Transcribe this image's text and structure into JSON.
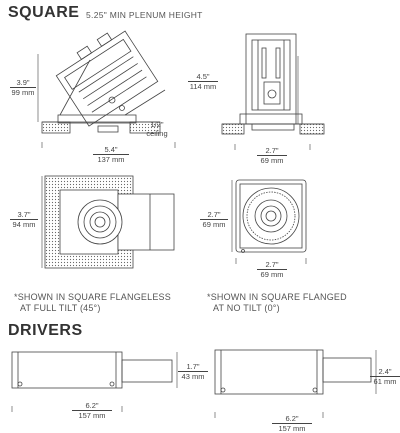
{
  "sections": {
    "square_title": "SQUARE",
    "square_subtitle": "5.25\" MIN PLENUM HEIGHT",
    "drivers_title": "DRIVERS"
  },
  "dimensions": {
    "side_tilt_height_in": "3.9\"",
    "side_tilt_height_mm": "99 mm",
    "ceiling_label_1": "1/2\"",
    "ceiling_label_2": "ceiling",
    "side_tilt_width_in": "5.4\"",
    "side_tilt_width_mm": "137 mm",
    "front_height_in": "4.5\"",
    "front_height_mm": "114 mm",
    "front_width_in": "2.7\"",
    "front_width_mm": "69 mm",
    "top_flangeless_in": "3.7\"",
    "top_flangeless_mm": "94 mm",
    "top_flanged_h_in": "2.7\"",
    "top_flanged_h_mm": "69 mm",
    "top_flanged_w_in": "2.7\"",
    "top_flanged_w_mm": "69 mm",
    "driver1_h_in": "1.7\"",
    "driver1_h_mm": "43 mm",
    "driver1_w_in": "6.2\"",
    "driver1_w_mm": "157 mm",
    "driver2_h_in": "2.4\"",
    "driver2_h_mm": "61 mm",
    "driver2_w_in": "6.2\"",
    "driver2_w_mm": "157 mm"
  },
  "notes": {
    "flangeless_1": "*SHOWN IN SQUARE FLANGELESS",
    "flangeless_2": "AT FULL TILT (45°)",
    "flanged_1": "*SHOWN IN SQUARE FLANGED",
    "flanged_2": "AT NO TILT (0°)"
  }
}
